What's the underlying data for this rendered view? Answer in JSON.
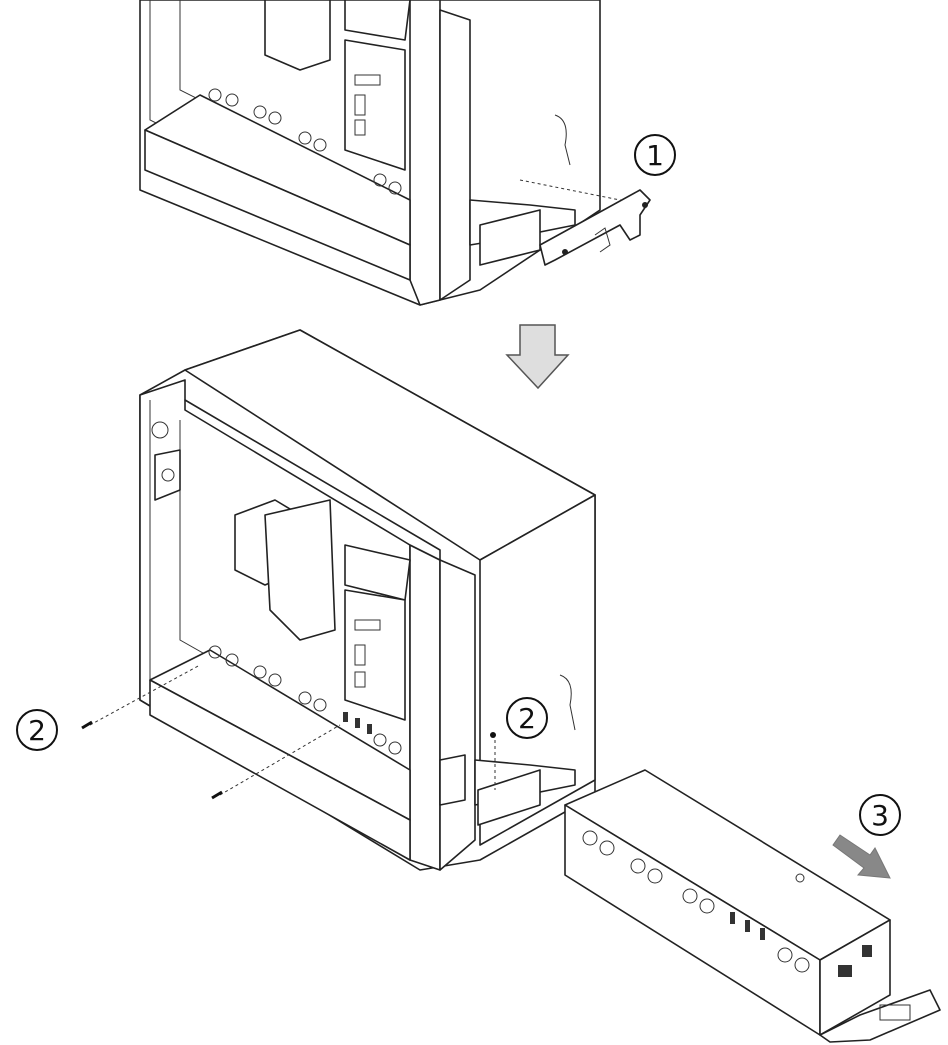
{
  "callouts": {
    "step1": "1",
    "step2a": "2",
    "step2b": "2",
    "step3": "3"
  },
  "colors": {
    "line": "#222222",
    "arrow_fill": "#d9d9d9",
    "arrow_dark": "#888888"
  }
}
